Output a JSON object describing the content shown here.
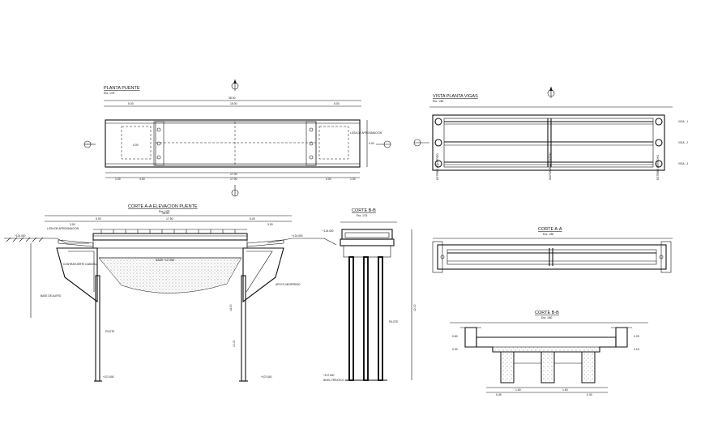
{
  "drawings": {
    "planta": {
      "title": "PLANTA PUENTE",
      "scale": "Esc. 1/75",
      "dims_top": [
        "38.00",
        "5.00",
        "15.00",
        "5.00"
      ],
      "dims_bottom": [
        "1.00",
        "4.00",
        "17.00",
        "4.00",
        "1.00"
      ],
      "total_bottom": "17.00",
      "dims_side": [
        "4.00",
        "4.00",
        "1.00",
        "1.00"
      ],
      "note": "LOSA DE APROXIMACION"
    },
    "vista_vigas": {
      "title": "VISTA PLANTA VIGAS",
      "scale": "Esc. 1/50",
      "beam_labels": [
        "VIGA - 1",
        "VIGA - 2",
        "VIGA - 3"
      ],
      "bottom_labels": [
        "ESTRIBO IZQUIERDO",
        "DIAFRAGMA CENTRAL",
        "ESTRIBO DERECHO"
      ]
    },
    "corte_aa_elev": {
      "title": "CORTE A-A  ELEVACION PUENTE",
      "scale": "Esc. 1/75",
      "dims_top": [
        "38.00",
        "17.50",
        "5.00",
        "3.00",
        "3.00",
        "5.00"
      ],
      "levels": [
        "+124.000",
        "+124.000",
        "+117.800",
        "+107.600",
        "+107.600"
      ],
      "notes": [
        "LOSA DE APROXIMACION",
        "CONTRAFUERTE CABEZAL",
        "NAME +117.800",
        "APOYO NEOPRENO",
        "BASE DE ALERO",
        "PILOTE",
        "14.00",
        "10.00"
      ]
    },
    "corte_bb_left": {
      "title": "CORTE B-B",
      "scale": "Esc. 1/75",
      "notes": [
        "+124.000",
        "+107.600",
        "NIVEL FREATICO",
        "PILOTE",
        "12.00"
      ]
    },
    "corte_aa_right": {
      "title": "CORTE A-A",
      "scale": "Esc. 1/50"
    },
    "corte_bb_right": {
      "title": "CORTE B-B",
      "scale": "Esc. 1/50",
      "dims": [
        "0.45",
        "0.80",
        "0.25",
        "0.30",
        "0.16",
        "1.60",
        "1.60",
        "0.30"
      ]
    }
  }
}
